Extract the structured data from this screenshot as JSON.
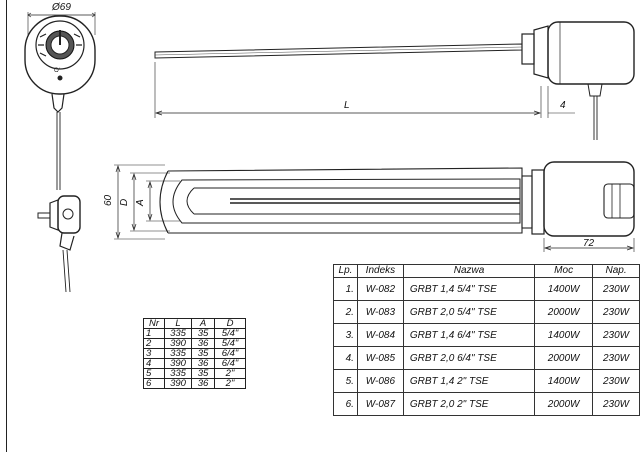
{
  "dimensions": {
    "diameter": "Ø69",
    "length": "L",
    "gap": "4",
    "height": "60",
    "d_label": "D",
    "a_label": "A",
    "head_width": "72"
  },
  "size_table": {
    "headers": [
      "Nr",
      "L",
      "A",
      "D"
    ],
    "rows": [
      [
        "1",
        "335",
        "35",
        "5/4\""
      ],
      [
        "2",
        "390",
        "36",
        "5/4\""
      ],
      [
        "3",
        "335",
        "35",
        "6/4\""
      ],
      [
        "4",
        "390",
        "36",
        "6/4\""
      ],
      [
        "5",
        "335",
        "35",
        "2\""
      ],
      [
        "6",
        "390",
        "36",
        "2\""
      ]
    ]
  },
  "product_table": {
    "headers": [
      "Lp.",
      "Indeks",
      "Nazwa",
      "Moc",
      "Nap."
    ],
    "rows": [
      [
        "1.",
        "W-082",
        "GRBT 1,4 5/4\" TSE",
        "1400W",
        "230W"
      ],
      [
        "2.",
        "W-083",
        "GRBT 2,0 5/4\" TSE",
        "2000W",
        "230W"
      ],
      [
        "3.",
        "W-084",
        "GRBT 1,4 6/4\" TSE",
        "1400W",
        "230W"
      ],
      [
        "4.",
        "W-085",
        "GRBT 2,0 6/4\" TSE",
        "2000W",
        "230W"
      ],
      [
        "5.",
        "W-086",
        "GRBT 1,4 2\" TSE",
        "1400W",
        "230W"
      ],
      [
        "6.",
        "W-087",
        "GRBT 2,0 2\" TSE",
        "2000W",
        "230W"
      ]
    ]
  }
}
